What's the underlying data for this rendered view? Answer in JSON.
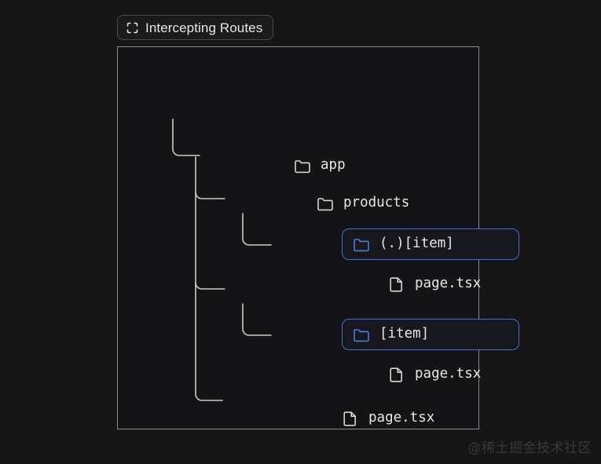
{
  "page": {
    "background_color": "#161617",
    "watermark": "@稀土掘金技术社区"
  },
  "title_pill": {
    "icon": "dashed-square-icon",
    "label": "Intercepting Routes",
    "border_color": "#4a4a4c",
    "text_color": "#e8e8e8"
  },
  "diagram": {
    "border_color": "#8a8a8a",
    "background_color": "#141416",
    "highlight_color": "#3d6fd6",
    "line_color": "#c9c9c9",
    "tree": [
      {
        "id": "app",
        "label": "app",
        "icon": "folder-icon",
        "depth": 0,
        "highlighted": false
      },
      {
        "id": "products",
        "label": "products",
        "icon": "folder-icon",
        "depth": 1,
        "highlighted": false
      },
      {
        "id": "dot-item",
        "label": "(.)[item]",
        "icon": "folder-icon",
        "depth": 2,
        "highlighted": true
      },
      {
        "id": "page-1",
        "label": "page.tsx",
        "icon": "file-icon",
        "depth": 3,
        "highlighted": false
      },
      {
        "id": "item",
        "label": "[item]",
        "icon": "folder-icon",
        "depth": 2,
        "highlighted": true
      },
      {
        "id": "page-2",
        "label": "page.tsx",
        "icon": "file-icon",
        "depth": 3,
        "highlighted": false
      },
      {
        "id": "page-3",
        "label": "page.tsx",
        "icon": "file-icon",
        "depth": 2,
        "highlighted": false
      }
    ]
  }
}
